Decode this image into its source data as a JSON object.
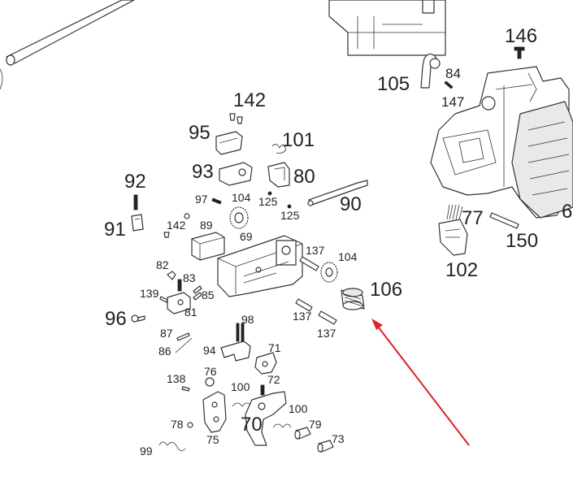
{
  "diagram": {
    "labels": {
      "p146": "146",
      "p105": "105",
      "p84": "84",
      "p147": "147",
      "p142a": "142",
      "p95": "95",
      "p101": "101",
      "p93": "93",
      "p80": "80",
      "p92": "92",
      "p97": "97",
      "p104a": "104",
      "p125a": "125",
      "p125b": "125",
      "p90": "90",
      "p91": "91",
      "p142b": "142",
      "p89": "89",
      "p69": "69",
      "p137a": "137",
      "p104b": "104",
      "p77": "77",
      "p150": "150",
      "p6": "6",
      "p102": "102",
      "p82": "82",
      "p83": "83",
      "p139": "139",
      "p85": "85",
      "p81": "81",
      "p106": "106",
      "p96": "96",
      "p137b": "137",
      "p137c": "137",
      "p98": "98",
      "p87": "87",
      "p86": "86",
      "p94": "94",
      "p71": "71",
      "p76": "76",
      "p138": "138",
      "p100a": "100",
      "p72": "72",
      "p70": "70",
      "p100b": "100",
      "p78": "78",
      "p79": "79",
      "p75": "75",
      "p99": "99",
      "p73": "73"
    },
    "arrow_color": "#e0202a",
    "arrow_target": "106"
  }
}
